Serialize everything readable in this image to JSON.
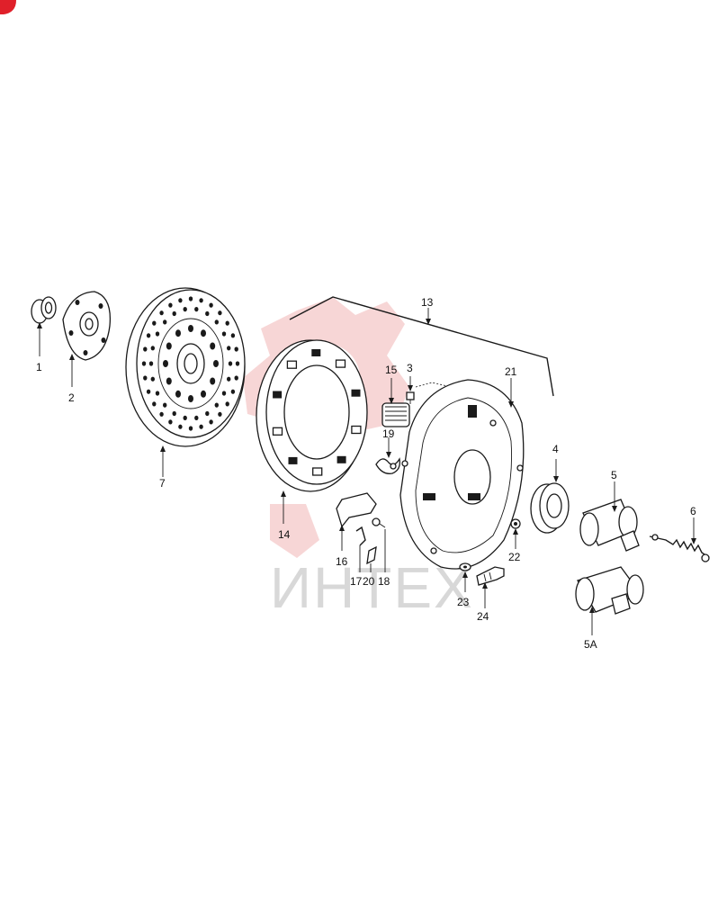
{
  "labels": {
    "p1": "1",
    "p2": "2",
    "p3": "3",
    "p4": "4",
    "p5": "5",
    "p5a": "5A",
    "p6": "6",
    "p7": "7",
    "p13": "13",
    "p14": "14",
    "p15": "15",
    "p16": "16",
    "p17": "17",
    "p18": "18",
    "p19": "19",
    "p20": "20",
    "p21": "21",
    "p22": "22",
    "p23": "23",
    "p24": "24"
  },
  "watermark": {
    "text": "ИНТЕХ",
    "logo_color": "#f2b6b6",
    "corner_color": "#e0202a"
  }
}
